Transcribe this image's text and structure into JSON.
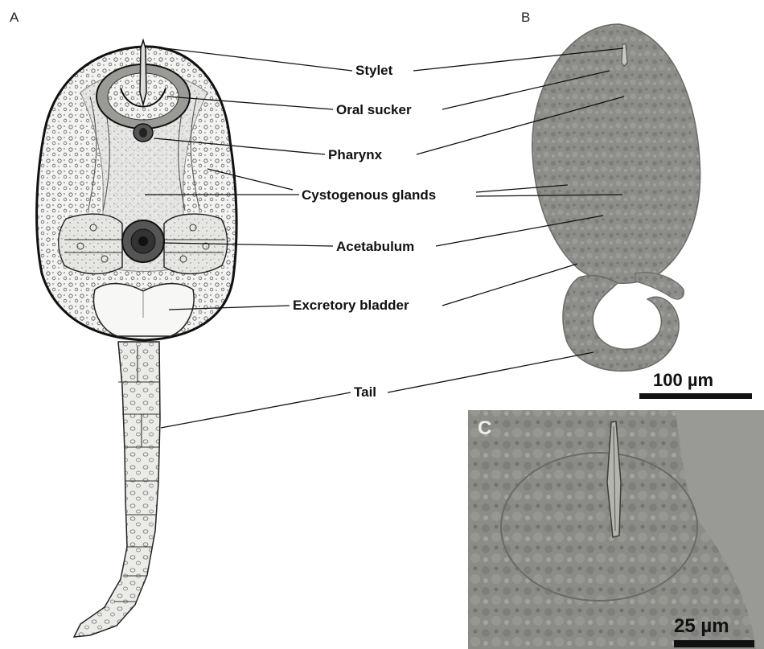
{
  "panels": {
    "a": "A",
    "b": "B",
    "c": "C"
  },
  "labels": {
    "stylet": "Stylet",
    "oral_sucker": "Oral sucker",
    "pharynx": "Pharynx",
    "cystogenous_glands": "Cystogenous glands",
    "acetabulum": "Acetabulum",
    "excretory_bladder": "Excretory bladder",
    "tail": "Tail"
  },
  "scale_bars": {
    "b": "100 µm",
    "c": "25 µm"
  },
  "colors": {
    "ink": "#111111",
    "body_fill": "#f2f2f0",
    "micrograph": "#8a8a86",
    "micrograph_dark": "#6e6e6a",
    "inset_bg": "#8c8c88"
  }
}
